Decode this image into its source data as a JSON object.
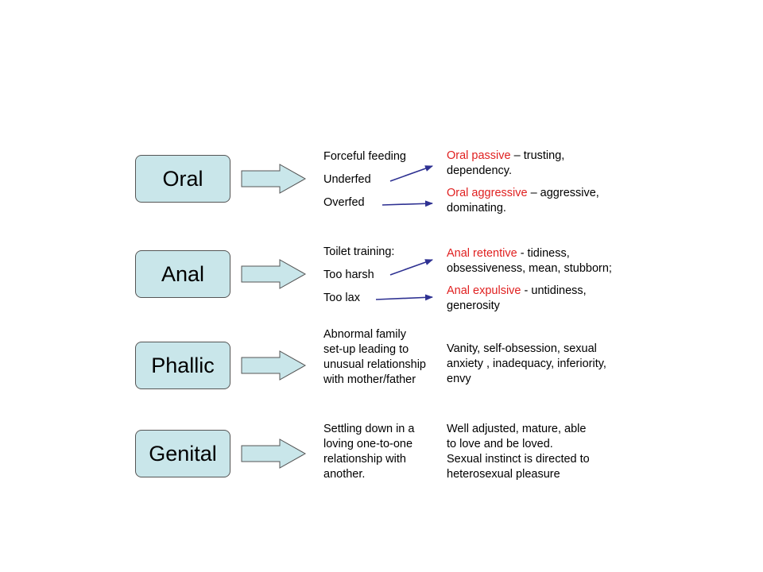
{
  "accent_color": "#e02020",
  "box_color": "#c9e6ea",
  "stages": [
    {
      "name": "Oral",
      "causes": [
        "Forceful feeding",
        "Underfed",
        "Overfed"
      ],
      "outcomes": [
        {
          "label": "Oral passive",
          "text": " – trusting, dependency."
        },
        {
          "label": "Oral aggressive",
          "text": " – aggressive, dominating."
        }
      ]
    },
    {
      "name": "Anal",
      "causes": [
        "Toilet training:",
        "Too harsh",
        "Too lax"
      ],
      "outcomes": [
        {
          "label": "Anal retentive",
          "text": " - tidiness, obsessiveness, mean, stubborn;"
        },
        {
          "label": "Anal expulsive",
          "text": " - untidiness, generosity"
        }
      ]
    },
    {
      "name": "Phallic",
      "cause": "Abnormal family set-up leading to unusual relationship with mother/father",
      "outcome": "Vanity, self-obsession, sexual anxiety , inadequacy, inferiority, envy"
    },
    {
      "name": "Genital",
      "cause": "Settling down in a loving one-to-one relationship with another.",
      "outcome": "Well adjusted, mature, able to love and  be loved. Sexual instinct is directed to heterosexual pleasure"
    }
  ]
}
